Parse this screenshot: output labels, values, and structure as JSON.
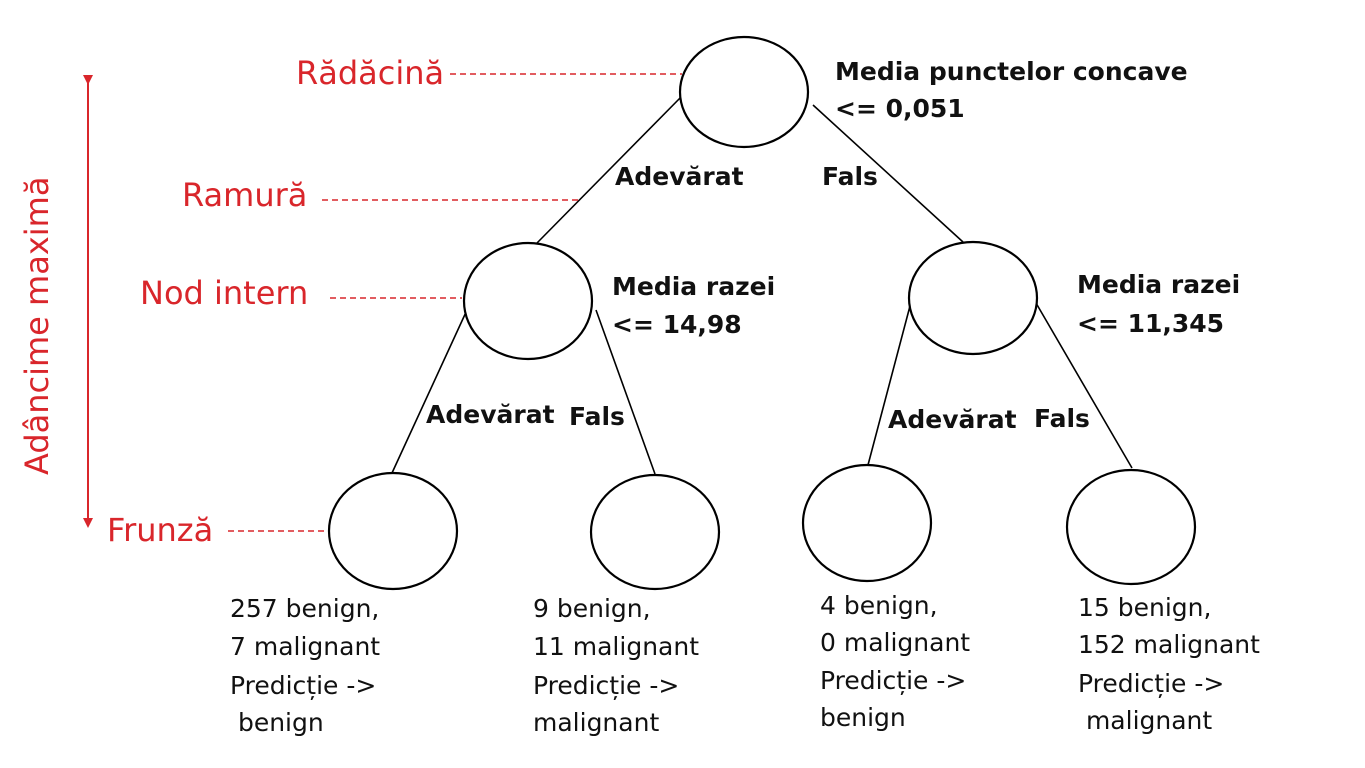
{
  "colors": {
    "accent": "#d9262b",
    "line": "#000000",
    "node_fill": "#ffffff"
  },
  "labels": {
    "root": "Rădăcină",
    "branch": "Ramură",
    "internal_node": "Nod intern",
    "leaf": "Frunză",
    "max_depth": "Adâncime maximă"
  },
  "root": {
    "condition_line1": "Media punctelor concave",
    "condition_line2": "<= 0,051",
    "true_label": "Adevărat",
    "false_label": "Fals"
  },
  "internal_left": {
    "condition_line1": "Media razei",
    "condition_line2": "<= 14,98",
    "true_label": "Adevărat",
    "false_label": "Fals"
  },
  "internal_right": {
    "condition_line1": "Media razei",
    "condition_line2": "<= 11,345",
    "true_label": "Adevărat",
    "false_label": "Fals"
  },
  "leaves": [
    {
      "line1": "257 benign,",
      "line2": "7 malignant",
      "line3": "Predicție ->",
      "line4": " benign"
    },
    {
      "line1": "9 benign,",
      "line2": "11 malignant",
      "line3": "Predicție ->",
      "line4": "malignant"
    },
    {
      "line1": "4 benign,",
      "line2": "0 malignant",
      "line3": "Predicție ->",
      "line4": "benign"
    },
    {
      "line1": "15 benign,",
      "line2": "152 malignant",
      "line3": "Predicție ->",
      "line4": " malignant"
    }
  ]
}
